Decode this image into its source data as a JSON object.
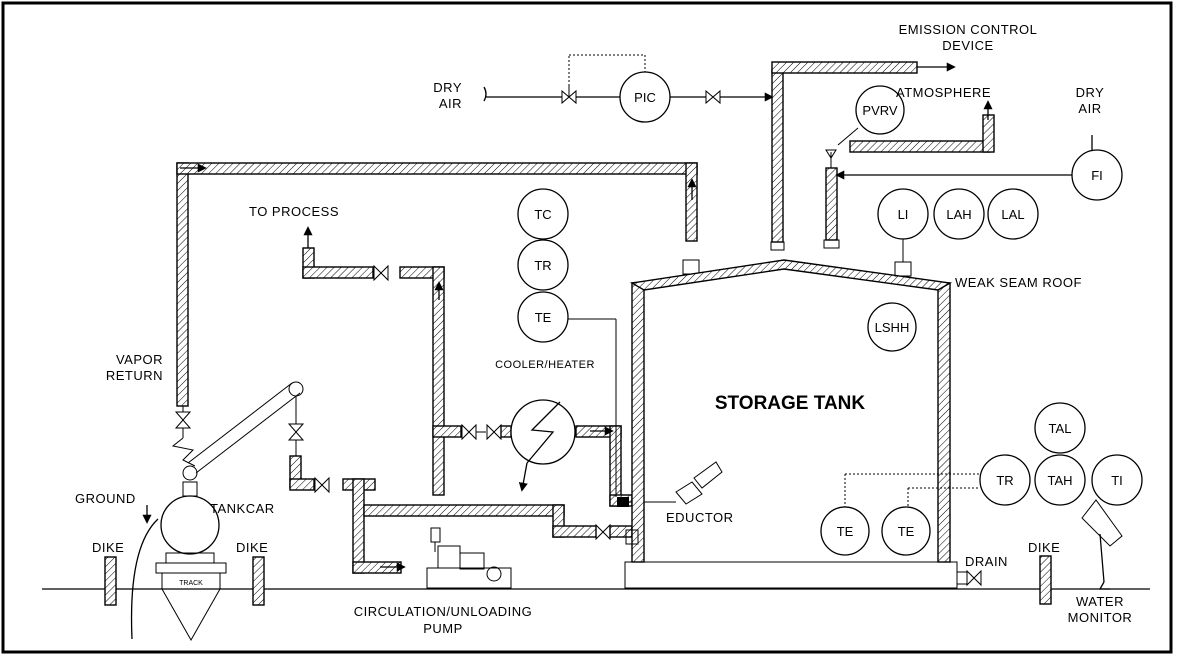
{
  "diagram": {
    "title": "STORAGE TANK",
    "labels": {
      "emission_line1": "EMISSION CONTROL",
      "emission_line2": "DEVICE",
      "atmosphere": "ATMOSPHERE",
      "dry_air_left_1": "DRY",
      "dry_air_left_2": "AIR",
      "dry_air_right_1": "DRY",
      "dry_air_right_2": "AIR",
      "to_process": "TO PROCESS",
      "vapor_return_1": "VAPOR",
      "vapor_return_2": "RETURN",
      "cooler_heater": "COOLER/HEATER",
      "weak_seam_roof": "WEAK SEAM ROOF",
      "ground": "GROUND",
      "tankcar": "TANKCAR",
      "dike_left": "DIKE",
      "dike_mid": "DIKE",
      "dike_right": "DIKE",
      "track": "TRACK",
      "eductor": "EDUCTOR",
      "drain": "DRAIN",
      "water_monitor_1": "WATER",
      "water_monitor_2": "MONITOR",
      "pump_1": "CIRCULATION/UNLOADING",
      "pump_2": "PUMP"
    },
    "instruments": {
      "pic": "PIC",
      "pvrv": "PVRV",
      "fi": "FI",
      "tc": "TC",
      "tr_top": "TR",
      "te_top": "TE",
      "li": "LI",
      "lah": "LAH",
      "lal": "LAL",
      "lshh": "LSHH",
      "tal": "TAL",
      "tr_bottom": "TR",
      "tah": "TAH",
      "ti": "TI",
      "te_bottom_1": "TE",
      "te_bottom_2": "TE"
    }
  }
}
